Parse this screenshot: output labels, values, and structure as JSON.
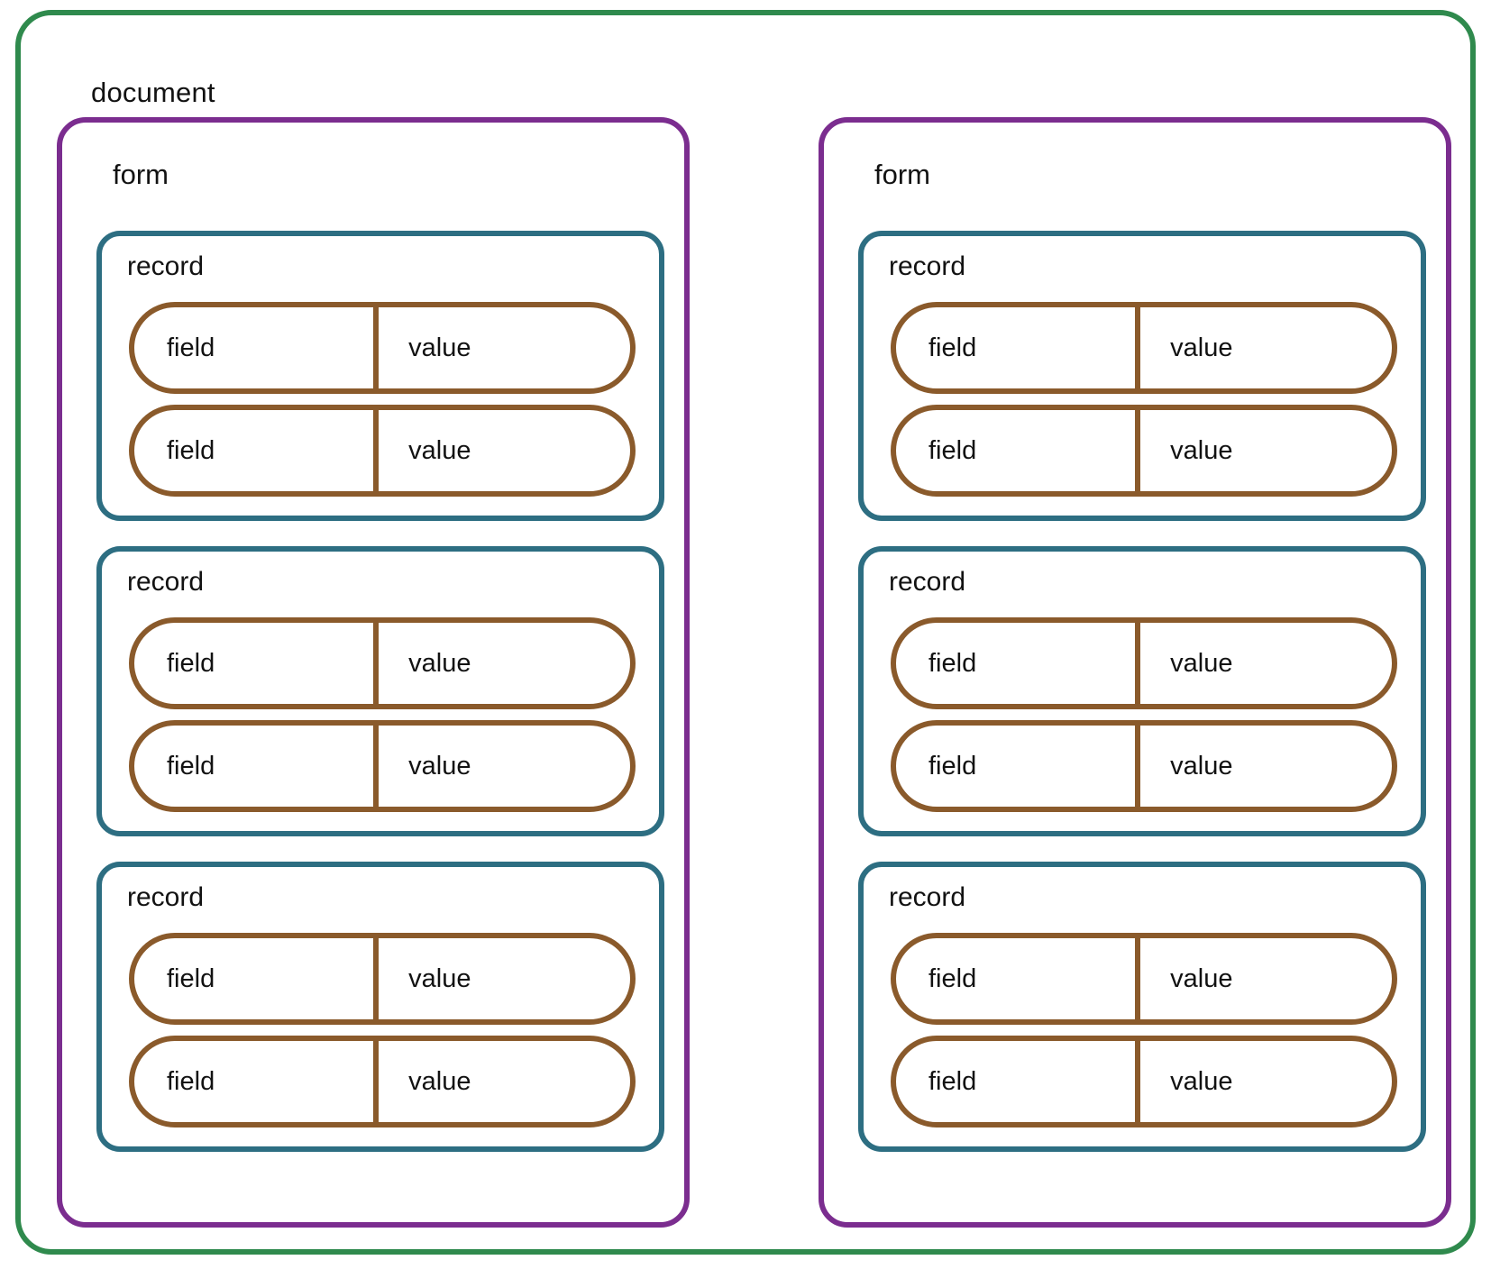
{
  "diagram": {
    "title": "document",
    "colors": {
      "document_border": "#2f8a4d",
      "form_border": "#7b2d8f",
      "record_border": "#2d6e82",
      "pill_border": "#8a5a2b",
      "text": "#121212",
      "background": "#ffffff"
    },
    "labels": {
      "document": "document",
      "form": "form",
      "record": "record",
      "field": "field",
      "value": "value"
    },
    "document": {
      "label": "document",
      "forms": [
        {
          "label": "form",
          "records": [
            {
              "label": "record",
              "pairs": [
                {
                  "field": "field",
                  "value": "value"
                },
                {
                  "field": "field",
                  "value": "value"
                }
              ]
            },
            {
              "label": "record",
              "pairs": [
                {
                  "field": "field",
                  "value": "value"
                },
                {
                  "field": "field",
                  "value": "value"
                }
              ]
            },
            {
              "label": "record",
              "pairs": [
                {
                  "field": "field",
                  "value": "value"
                },
                {
                  "field": "field",
                  "value": "value"
                }
              ]
            }
          ]
        },
        {
          "label": "form",
          "records": [
            {
              "label": "record",
              "pairs": [
                {
                  "field": "field",
                  "value": "value"
                },
                {
                  "field": "field",
                  "value": "value"
                }
              ]
            },
            {
              "label": "record",
              "pairs": [
                {
                  "field": "field",
                  "value": "value"
                },
                {
                  "field": "field",
                  "value": "value"
                }
              ]
            },
            {
              "label": "record",
              "pairs": [
                {
                  "field": "field",
                  "value": "value"
                },
                {
                  "field": "field",
                  "value": "value"
                }
              ]
            }
          ]
        }
      ]
    }
  }
}
